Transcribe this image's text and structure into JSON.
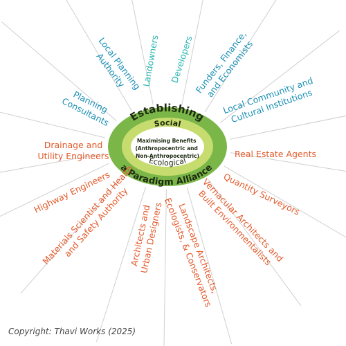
{
  "colors": {
    "outer_ring": "#7ab648",
    "inner_ring": "#c7dc6e",
    "stakeholder_blue": "#1a8fb5",
    "stakeholder_teal": "#2bb7b0",
    "stakeholder_orange": "#e35a2b",
    "spokes": "#cfcfcf"
  },
  "center": {
    "outer_top": "Establishing",
    "outer_bottom": "a Paradigm Alliance",
    "inner_top": "Social",
    "inner_bottom": "Ecological",
    "core_lines": [
      "Maximising Benefits",
      "(Anthropocentric and",
      "Non-Anthropocentric)"
    ]
  },
  "stakeholders": [
    {
      "id": "landowners",
      "lines": [
        "Landowners"
      ],
      "color": "teal"
    },
    {
      "id": "developers",
      "lines": [
        "Developers"
      ],
      "color": "teal"
    },
    {
      "id": "funders",
      "lines": [
        "Funders, Finance,",
        "and Economists"
      ],
      "color": "blue"
    },
    {
      "id": "local-community",
      "lines": [
        "Local Community and",
        "Cultural Institutions"
      ],
      "color": "blue"
    },
    {
      "id": "real-estate",
      "lines": [
        "Real Estate Agents"
      ],
      "color": "orange"
    },
    {
      "id": "quantity-surveyors",
      "lines": [
        "Quantity Surveyors"
      ],
      "color": "orange"
    },
    {
      "id": "vernacular-architects",
      "lines": [
        "Vernacular Architects and",
        "Built Environmentalists"
      ],
      "color": "orange"
    },
    {
      "id": "landscape-architects",
      "lines": [
        "Landscape Architects,",
        "Ecologists, & Conservators"
      ],
      "color": "orange"
    },
    {
      "id": "architects",
      "lines": [
        "Architects and",
        "Urban Designers"
      ],
      "color": "orange"
    },
    {
      "id": "materials-scientist",
      "lines": [
        "Materials Scientist and Health",
        "and Safety Authority"
      ],
      "color": "orange"
    },
    {
      "id": "highway-engineers",
      "lines": [
        "Highway Engineers"
      ],
      "color": "orange"
    },
    {
      "id": "drainage-engineers",
      "lines": [
        "Drainage and",
        "Utility Engineers"
      ],
      "color": "orange"
    },
    {
      "id": "planning-consultants",
      "lines": [
        "Planning",
        "Consultants"
      ],
      "color": "blue"
    },
    {
      "id": "local-planning-authority",
      "lines": [
        "Local Planning",
        "Authority"
      ],
      "color": "blue"
    }
  ],
  "copyright": "Copyright: Thavi Works (2025)"
}
